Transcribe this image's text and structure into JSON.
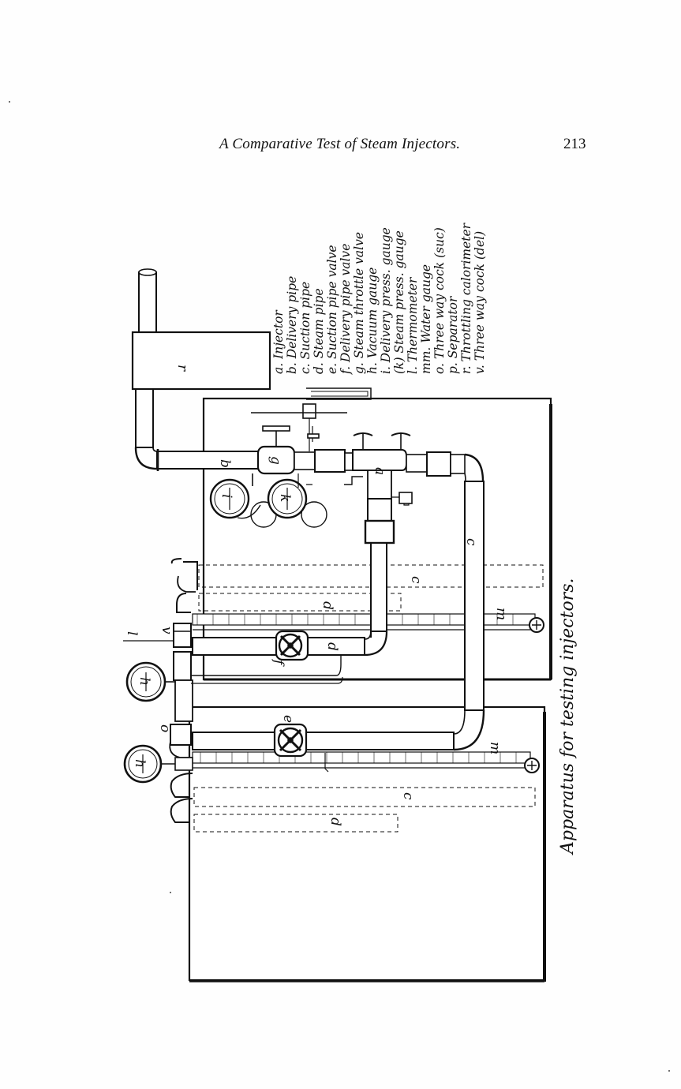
{
  "header": {
    "running_title": "A Comparative Test of Steam Injectors.",
    "page_number": "213"
  },
  "figure": {
    "caption": "Apparatus for testing injectors.",
    "legend": [
      "a. Injector",
      "b. Delivery pipe",
      "c. Suction pipe",
      "d. Steam pipe",
      "e. Suction pipe valve",
      "f. Delivery pipe valve",
      "g. Steam throttle valve",
      "h. Vacuum gauge",
      "i. Delivery press. gauge",
      "(k) Steam press. gauge",
      "l. Thermometer",
      "mm. Water gauge",
      "o. Three way cock (suc)",
      "p. Separator",
      "r. Throttling calorimeter",
      "v. Three way cock (del)"
    ],
    "labels": {
      "tank": "r",
      "pipe_b": "b",
      "valve_g": "g",
      "injector_a": "a",
      "gauge_i": "i",
      "gauge_k": "k",
      "pipe_c_upper": "c",
      "pipe_d_upper": "d",
      "pipe_c_right": "c",
      "pipe_d_mid": "d",
      "valve_f": "f",
      "thermo_l": "l",
      "cock_v": "v",
      "gauge_h": "h",
      "water_gauge_m_upper": "m",
      "valve_e": "e",
      "cock_o": "o",
      "gauge_h2": "h",
      "water_gauge_m_lower": "m",
      "pipe_c_lower": "c",
      "pipe_d_lower": "d"
    }
  }
}
